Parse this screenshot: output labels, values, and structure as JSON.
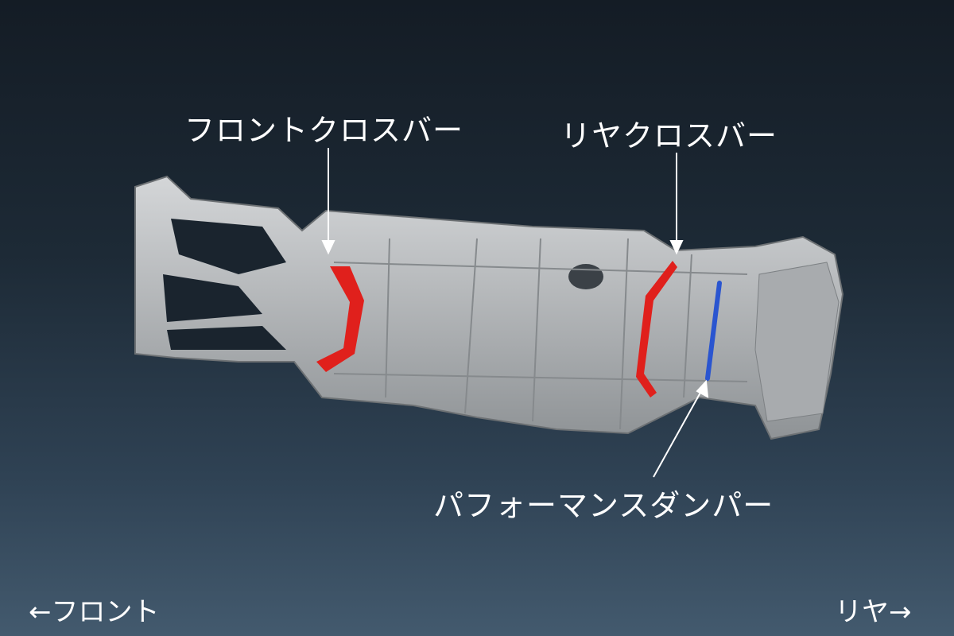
{
  "labels": {
    "front_crossbar": "フロントクロスバー",
    "rear_crossbar": "リヤクロスバー",
    "performance_damper": "パフォーマンスダンパー"
  },
  "directions": {
    "front": "←フロント",
    "rear": "リヤ→"
  },
  "colors": {
    "crossbar": "#e0201c",
    "damper": "#2a55d0",
    "body": "#b9bcbf"
  }
}
